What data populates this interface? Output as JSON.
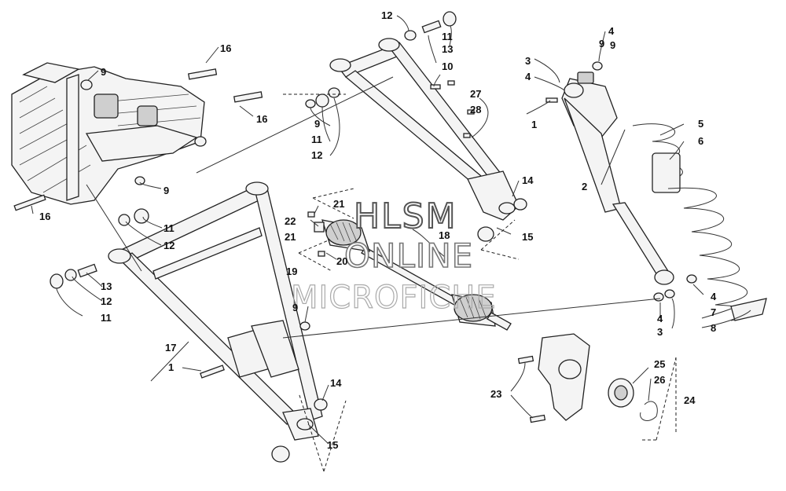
{
  "watermark": {
    "line1": "HLSM",
    "line2": "ONLINE",
    "line3": "MICROFICHE"
  },
  "callouts": [
    {
      "id": "c16a",
      "text": "16"
    },
    {
      "id": "c16b",
      "text": "16"
    },
    {
      "id": "c16c",
      "text": "16"
    },
    {
      "id": "c9a",
      "text": "9"
    },
    {
      "id": "c9b",
      "text": "9"
    },
    {
      "id": "c9c",
      "text": "9"
    },
    {
      "id": "c9d",
      "text": "9"
    },
    {
      "id": "c9e",
      "text": "9"
    },
    {
      "id": "c12a",
      "text": "12"
    },
    {
      "id": "c12b",
      "text": "12"
    },
    {
      "id": "c12c",
      "text": "12"
    },
    {
      "id": "c12d",
      "text": "12"
    },
    {
      "id": "c11a",
      "text": "11"
    },
    {
      "id": "c11b",
      "text": "11"
    },
    {
      "id": "c11c",
      "text": "11"
    },
    {
      "id": "c11d",
      "text": "11"
    },
    {
      "id": "c13a",
      "text": "13"
    },
    {
      "id": "c13b",
      "text": "13"
    },
    {
      "id": "c10",
      "text": "10"
    },
    {
      "id": "c27",
      "text": "27"
    },
    {
      "id": "c28",
      "text": "28"
    },
    {
      "id": "c14a",
      "text": "14"
    },
    {
      "id": "c14b",
      "text": "14"
    },
    {
      "id": "c15a",
      "text": "15"
    },
    {
      "id": "c15b",
      "text": "15"
    },
    {
      "id": "c21a",
      "text": "21"
    },
    {
      "id": "c21b",
      "text": "21"
    },
    {
      "id": "c22",
      "text": "22"
    },
    {
      "id": "c18",
      "text": "18"
    },
    {
      "id": "c20",
      "text": "20"
    },
    {
      "id": "c19",
      "text": "19"
    },
    {
      "id": "c17",
      "text": "17"
    },
    {
      "id": "c1a",
      "text": "1"
    },
    {
      "id": "c1b",
      "text": "1"
    },
    {
      "id": "c2",
      "text": "2"
    },
    {
      "id": "c3a",
      "text": "3"
    },
    {
      "id": "c3b",
      "text": "3"
    },
    {
      "id": "c4a",
      "text": "4"
    },
    {
      "id": "c4b",
      "text": "4"
    },
    {
      "id": "c4c",
      "text": "4"
    },
    {
      "id": "c4d",
      "text": "4"
    },
    {
      "id": "c9f",
      "text": "9"
    },
    {
      "id": "c5",
      "text": "5"
    },
    {
      "id": "c6",
      "text": "6"
    },
    {
      "id": "c7",
      "text": "7"
    },
    {
      "id": "c8",
      "text": "8"
    },
    {
      "id": "c23",
      "text": "23"
    },
    {
      "id": "c24",
      "text": "24"
    },
    {
      "id": "c25",
      "text": "25"
    },
    {
      "id": "c26",
      "text": "26"
    }
  ]
}
